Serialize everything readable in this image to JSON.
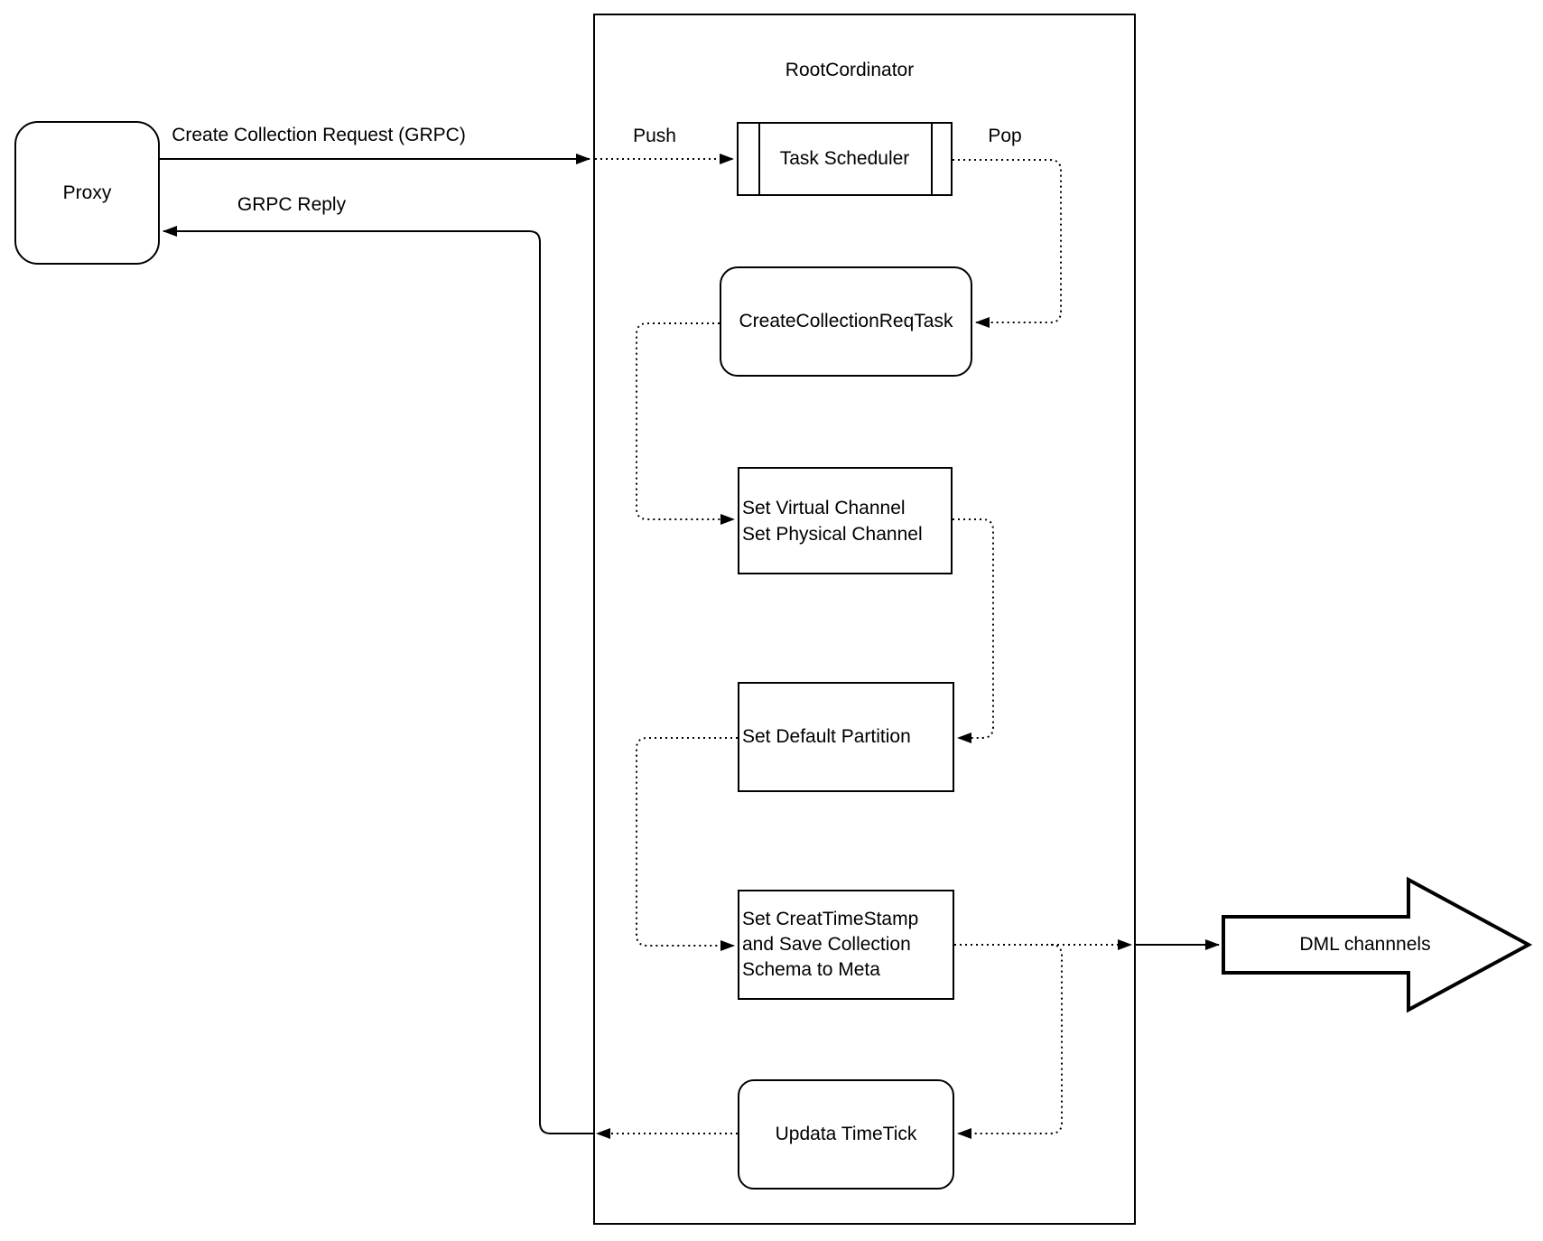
{
  "container": {
    "title": "RootCordinator"
  },
  "proxy": {
    "label": "Proxy"
  },
  "task_scheduler": {
    "label": "Task Scheduler"
  },
  "edge_labels": {
    "create_collection_request": "Create Collection Request (GRPC)",
    "grpc_reply": "GRPC Reply",
    "push": "Push",
    "pop": "Pop"
  },
  "tasks": {
    "create_collection_req_task": "CreateCollectionReqTask",
    "set_channels": [
      "Set Virtual Channel",
      "Set Physical Channel"
    ],
    "set_default_partition": "Set Default Partition",
    "set_timestamp": [
      "Set CreatTimeStamp",
      "and Save Collection",
      "Schema to Meta"
    ],
    "updata_timetick": "Updata TimeTick"
  },
  "dml": {
    "label": "DML channnels"
  },
  "colors": {
    "line": "#000000",
    "background": "#ffffff",
    "box_fill": "#ffffff"
  }
}
